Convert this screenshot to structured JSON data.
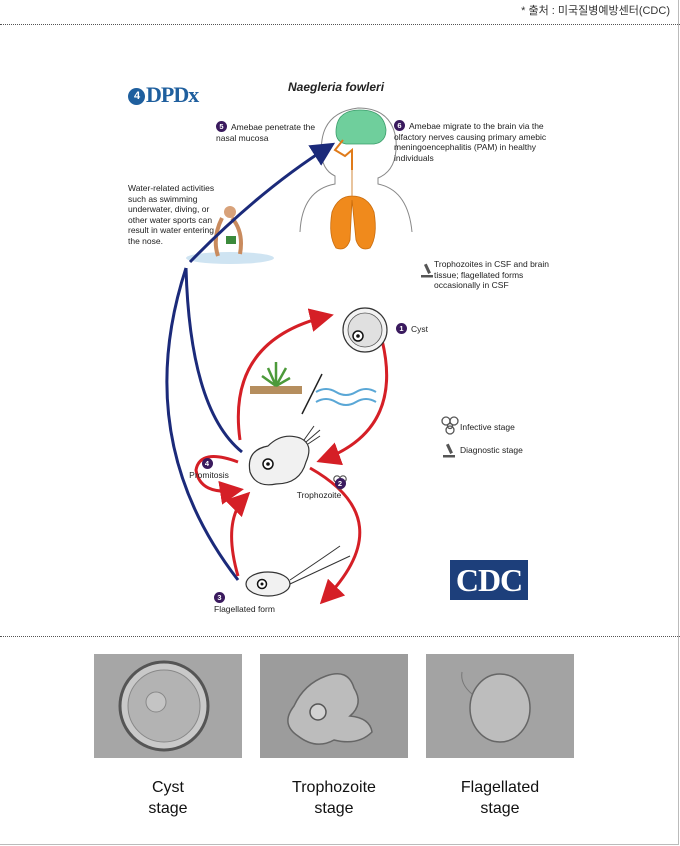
{
  "source_note": "* 출처 : 미국질병예방센터(CDC)",
  "logo": {
    "mark": "4",
    "text": "DPDx"
  },
  "title": "Naegleria fowleri",
  "steps": {
    "s1": {
      "num": "1",
      "text": "Cyst"
    },
    "s2": {
      "num": "2",
      "text": "Trophozoite"
    },
    "s3": {
      "num": "3",
      "text": "Flagellated form"
    },
    "s4": {
      "num": "4",
      "text": "Promitosis"
    },
    "s5": {
      "num": "5",
      "text": "Amebae penetrate the nasal mucosa"
    },
    "s6": {
      "num": "6",
      "text": "Amebae migrate to the brain via the olfactory nerves causing primary amebic meningoencephalitis (PAM) in healthy individuals"
    }
  },
  "water_note": "Water-related activities such as swimming underwater, diving, or other water sports can result in water entering the nose.",
  "csf_note": "Trophozoites in CSF and brain tissue; flagellated forms occasionally in CSF",
  "legend": {
    "infective": "Infective stage",
    "diagnostic": "Diagnostic stage"
  },
  "cdc_logo": "CDC",
  "photos": [
    {
      "caption_line1": "Cyst",
      "caption_line2": "stage"
    },
    {
      "caption_line1": "Trophozoite",
      "caption_line2": "stage"
    },
    {
      "caption_line1": "Flagellated",
      "caption_line2": "stage"
    }
  ],
  "colors": {
    "red_arrow": "#d51f26",
    "blue_arrow": "#1b2a7a",
    "brain": "#6fcf9c",
    "lungs": "#f08a1c",
    "num_badge": "#3a1a5e",
    "cdc_blue": "#1d3f7b"
  }
}
